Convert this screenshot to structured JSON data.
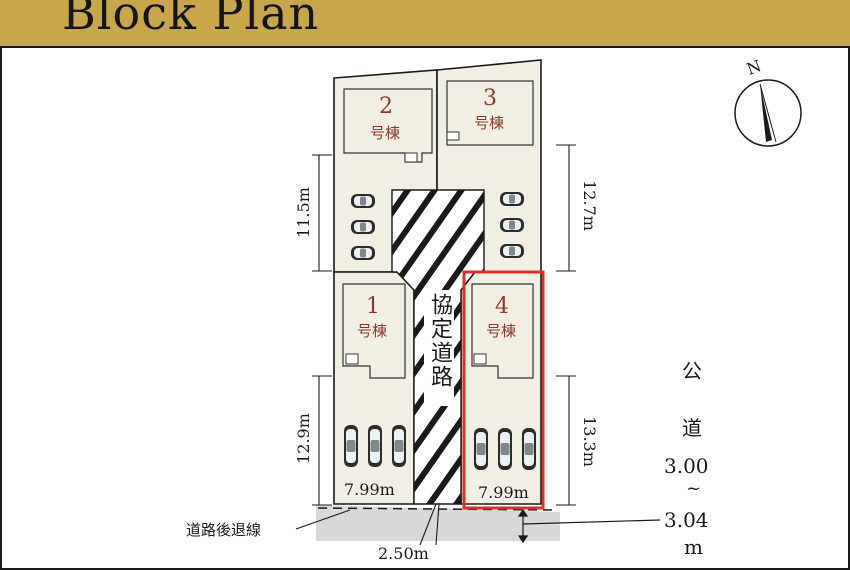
{
  "header": {
    "title": "Block Plan"
  },
  "compass": {
    "label": "N"
  },
  "lots": [
    {
      "number": "2",
      "suffix": "号棟"
    },
    {
      "number": "3",
      "suffix": "号棟"
    },
    {
      "number": "1",
      "suffix": "号棟"
    },
    {
      "number": "4",
      "suffix": "号棟"
    }
  ],
  "road": {
    "shared_road_label": "協定道路",
    "public_road_chars": [
      "公",
      "道"
    ],
    "public_road_width": [
      "3.00",
      "~",
      "3.04",
      "m"
    ],
    "setback_label": "道路後退線",
    "shared_road_width": "2.50m"
  },
  "dimensions": {
    "left_top": "11.5m",
    "left_bottom": "12.9m",
    "right_top": "12.7m",
    "right_bottom": "13.3m",
    "lot1_width": "7.99m",
    "lot4_width": "7.99m"
  },
  "colors": {
    "header": "#c8a74a",
    "lot_fill": "#f1efe3",
    "lot_number": "#8a3a2c",
    "highlight": "#d9302c",
    "road_fill": "#d9d9d9"
  }
}
